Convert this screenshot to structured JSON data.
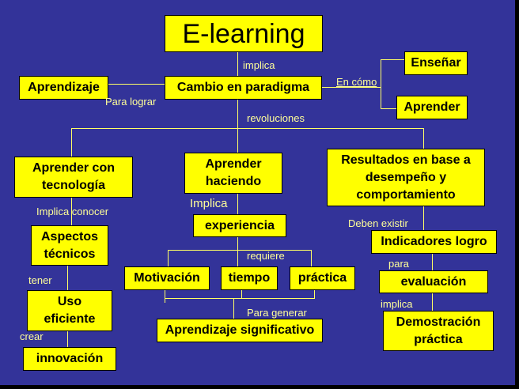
{
  "diagram": {
    "title": "E-learning",
    "colors": {
      "background": "#333399",
      "node_fill": "#ffff00",
      "node_text": "#000000",
      "connector": "#ffff66",
      "label_text": "#ffff99"
    },
    "nodes": {
      "elearning": "E-learning",
      "cambio": "Cambio en paradigma",
      "aprendizaje": "Aprendizaje",
      "ensenar": "Enseñar",
      "aprender": "Aprender",
      "aprender_tecnologia": "Aprender con\ntecnología",
      "aprender_haciendo": "Aprender\nhaciendo",
      "resultados": "Resultados en base a\ndesempeño y\ncomportamiento",
      "aspectos": "Aspectos\ntécnicos",
      "experiencia": "experiencia",
      "indicadores": "Indicadores logro",
      "motivacion": "Motivación",
      "tiempo": "tiempo",
      "practica": "práctica",
      "evaluacion": "evaluación",
      "uso": "Uso\neficiente",
      "significativo": "Aprendizaje significativo",
      "demostracion": "Demostración\npráctica",
      "innovacion": "innovación"
    },
    "labels": {
      "implica_top": "implica",
      "para_lograr": "Para lograr",
      "en_como": "En cómo",
      "revoluciones": "revoluciones",
      "implica_conocer": "Implica conocer",
      "implica_mid": "Implica",
      "deben_existir": "Deben existir",
      "requiere": "requiere",
      "para": "para",
      "tener": "tener",
      "para_generar": "Para generar",
      "implica_right": "implica",
      "crear": "crear"
    }
  }
}
